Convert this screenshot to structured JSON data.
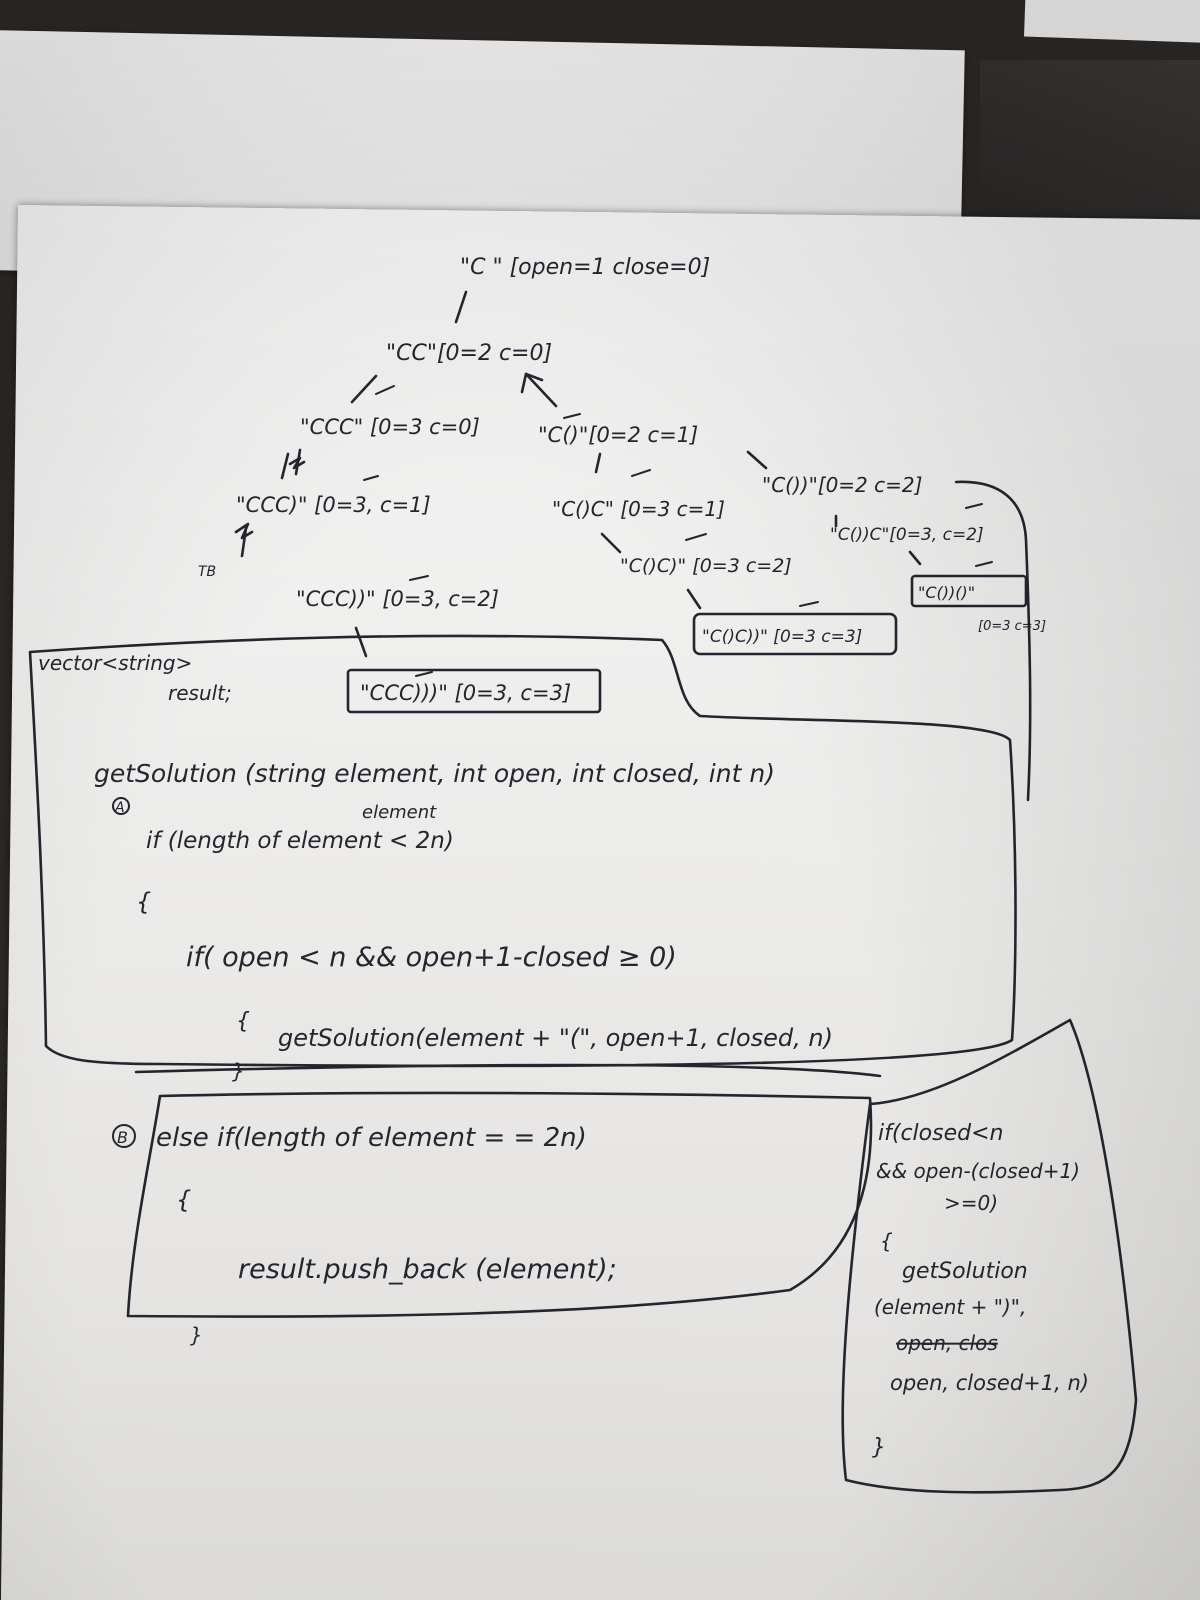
{
  "tree": {
    "root": "\"C \" [open=1 close=0]",
    "l1": "\"CC\"[0=2 c=0]",
    "l2_left": "\"CCC\" [0=3 c=0]",
    "l2_right": "\"C()\"[0=2 c=1]",
    "l3_left": "\"CCC)\" [0=3, c=1]",
    "l3_mid": "\"C()C\" [0=3 c=1]",
    "l3_right": "\"C())\"[0=2 c=2]",
    "l4_left": "\"CCC))\" [0=3, c=2]",
    "l4_mid": "\"C()C)\" [0=3 c=2]",
    "l4_right": "\"C())C\"[0=3, c=2]",
    "leaf_left": "\"CCC)))\" [0=3, c=3]",
    "leaf_mid": "\"C()C))\" [0=3 c=3]",
    "leaf_right": "\"C())()\"",
    "leaf_right_note": "[0=3 c=3]",
    "margin_mark": "TB"
  },
  "code": {
    "decl_1": "vector<string>",
    "decl_2": "result;",
    "signature": "getSolution (string element, int open, int closed, int n)",
    "marker_a": "A",
    "cond_a": "if (length of element < 2n)",
    "cond_a_insert": "element",
    "brace_open_1": "{",
    "cond_open": "if( open < n  &&  open+1-closed ≥ 0)",
    "brace_open_2": "{",
    "call_open": "getSolution(element + \"(\", open+1, closed, n)",
    "brace_close_1": "}",
    "marker_b": "B",
    "else_line": "else  if(length of element = = 2n)",
    "brace_open_3": "{",
    "push_back": "result.push_back (element);",
    "brace_close_3": "}"
  },
  "side_code": {
    "line_1": "if(closed<n",
    "line_2": "&& open-(closed+1)",
    "line_3": ">=0)",
    "line_4": "{",
    "line_5": "getSolution",
    "line_6": "(element + \")\",",
    "line_7": "open, clos",
    "line_8": "open, closed+1, n)",
    "line_9": "}"
  },
  "colors": {
    "ink": "#24252e",
    "paper": "#f1f1f0",
    "background": "#2b2826",
    "sticky_note": "#f4e53a"
  }
}
